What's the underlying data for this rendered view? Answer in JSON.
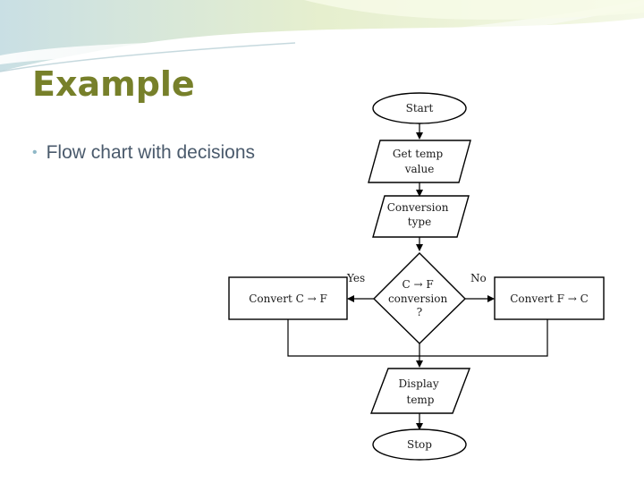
{
  "slide": {
    "title": "Example",
    "bullets": [
      {
        "text": "Flow chart with decisions"
      }
    ]
  },
  "flowchart": {
    "nodes": {
      "start": {
        "lines": [
          "Start"
        ]
      },
      "get_temp": {
        "lines": [
          "Get temp",
          "value"
        ]
      },
      "conversion_type": {
        "lines": [
          "Conversion",
          "type"
        ]
      },
      "decision": {
        "lines": [
          "C → F",
          "conversion",
          "?"
        ]
      },
      "convert_c_f": {
        "lines": [
          "Convert C → F"
        ]
      },
      "convert_f_c": {
        "lines": [
          "Convert F → C"
        ]
      },
      "display_temp": {
        "lines": [
          "Display",
          "temp"
        ]
      },
      "stop": {
        "lines": [
          "Stop"
        ]
      }
    },
    "edge_labels": {
      "yes": "Yes",
      "no": "No"
    }
  },
  "colors": {
    "title": "#77802a",
    "bullet_text": "#4a5a6c",
    "bullet_marker": "#8fb8c7",
    "swoosh_light": "#eaf2c8",
    "swoosh_teal": "#cfe3e8"
  }
}
